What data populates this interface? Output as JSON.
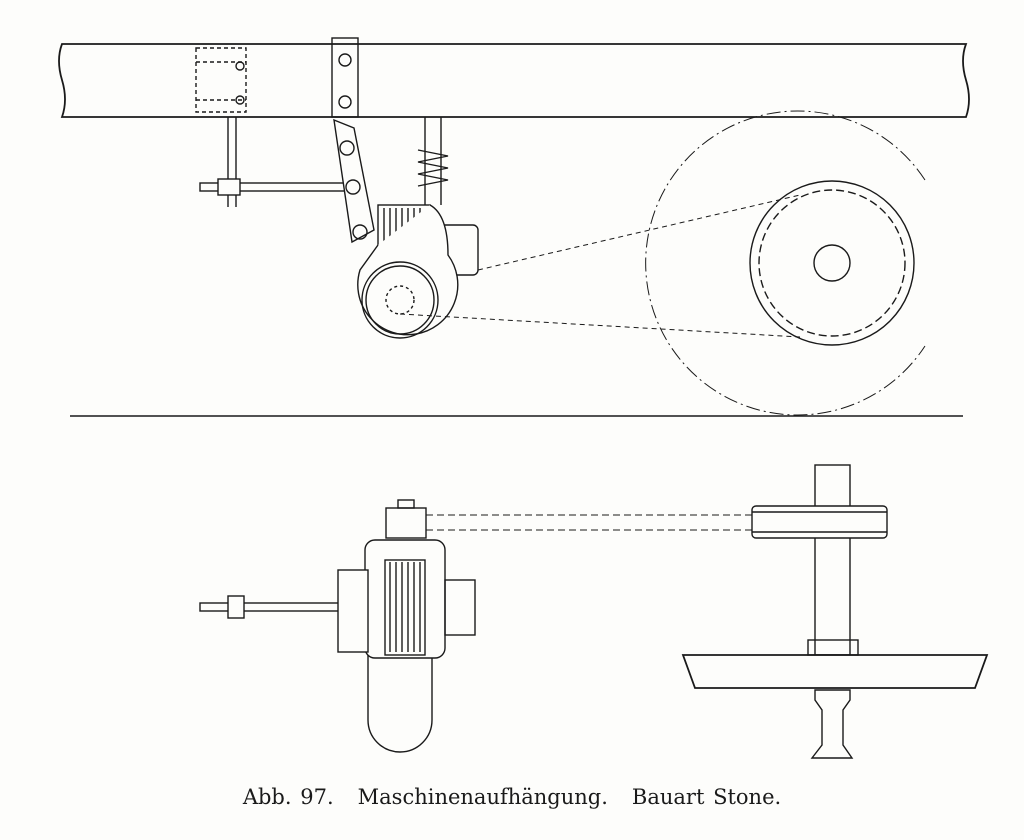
{
  "figure": {
    "number": "Abb. 97.",
    "title": "Maschinenaufhängung.",
    "subtitle": "Bauart Stone."
  },
  "colors": {
    "ink": "#1a1a1a",
    "paper": "#fdfdfb"
  }
}
